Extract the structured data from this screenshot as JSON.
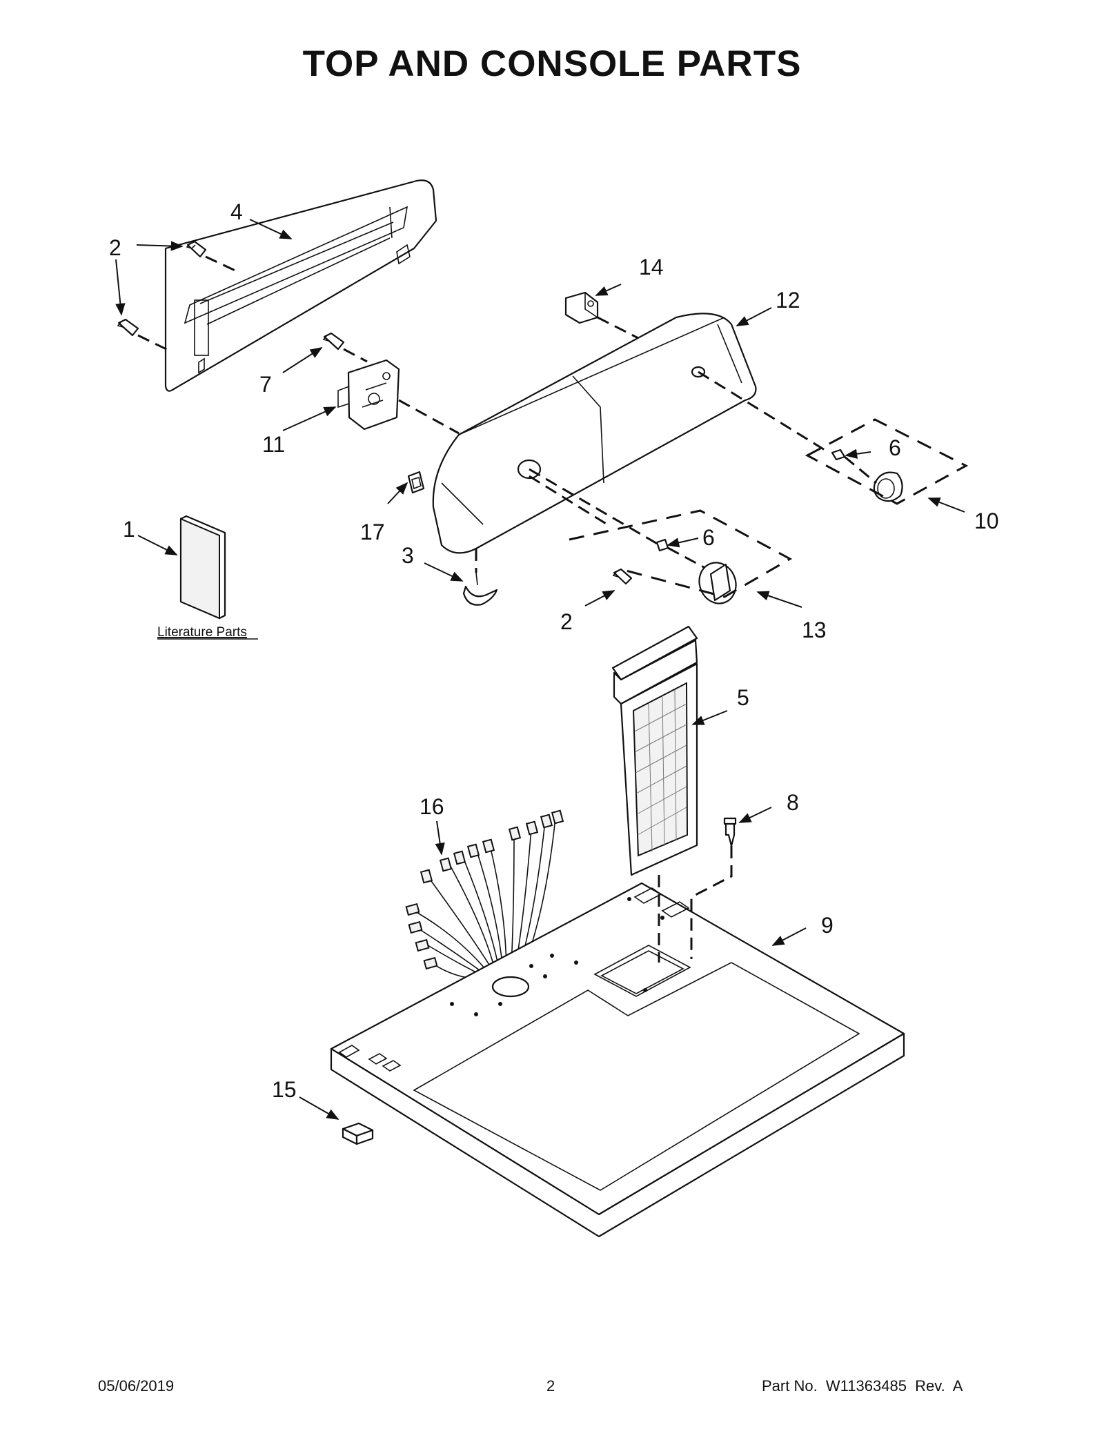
{
  "title": "TOP AND CONSOLE PARTS",
  "callouts": {
    "c1": "1",
    "c2a": "2",
    "c2b": "2",
    "c2c": "2",
    "c3": "3",
    "c4": "4",
    "c5": "5",
    "c6a": "6",
    "c6b": "6",
    "c7": "7",
    "c8": "8",
    "c9": "9",
    "c10": "10",
    "c11": "11",
    "c12": "12",
    "c13": "13",
    "c14": "14",
    "c15": "15",
    "c16": "16",
    "c17": "17"
  },
  "literature_label": "Literature Parts",
  "footer": {
    "date": "05/06/2019",
    "page": "2",
    "part_no": "Part No.  W11363485  Rev.  A"
  }
}
